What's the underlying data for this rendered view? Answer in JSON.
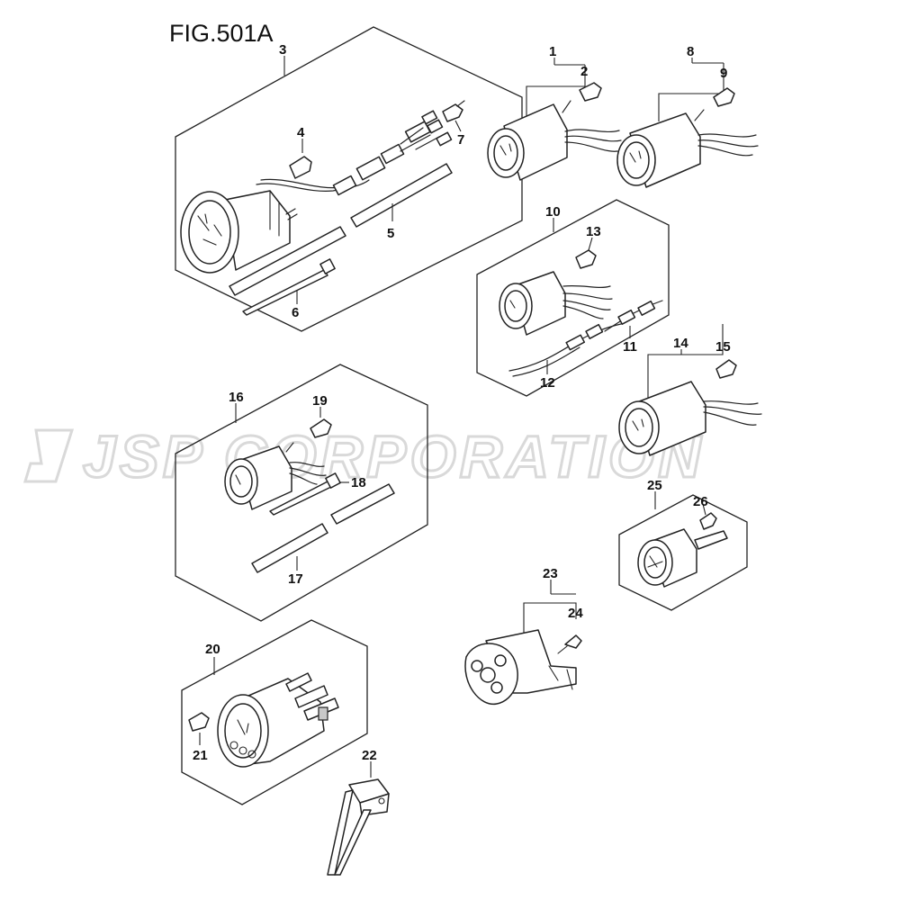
{
  "figure": {
    "title": "FIG.501A"
  },
  "watermark": {
    "text": "JSP CORPORATION"
  },
  "callouts": [
    "1",
    "2",
    "3",
    "4",
    "5",
    "6",
    "7",
    "8",
    "9",
    "10",
    "11",
    "12",
    "13",
    "14",
    "15",
    "16",
    "17",
    "18",
    "19",
    "20",
    "21",
    "22",
    "23",
    "24",
    "25",
    "26"
  ]
}
